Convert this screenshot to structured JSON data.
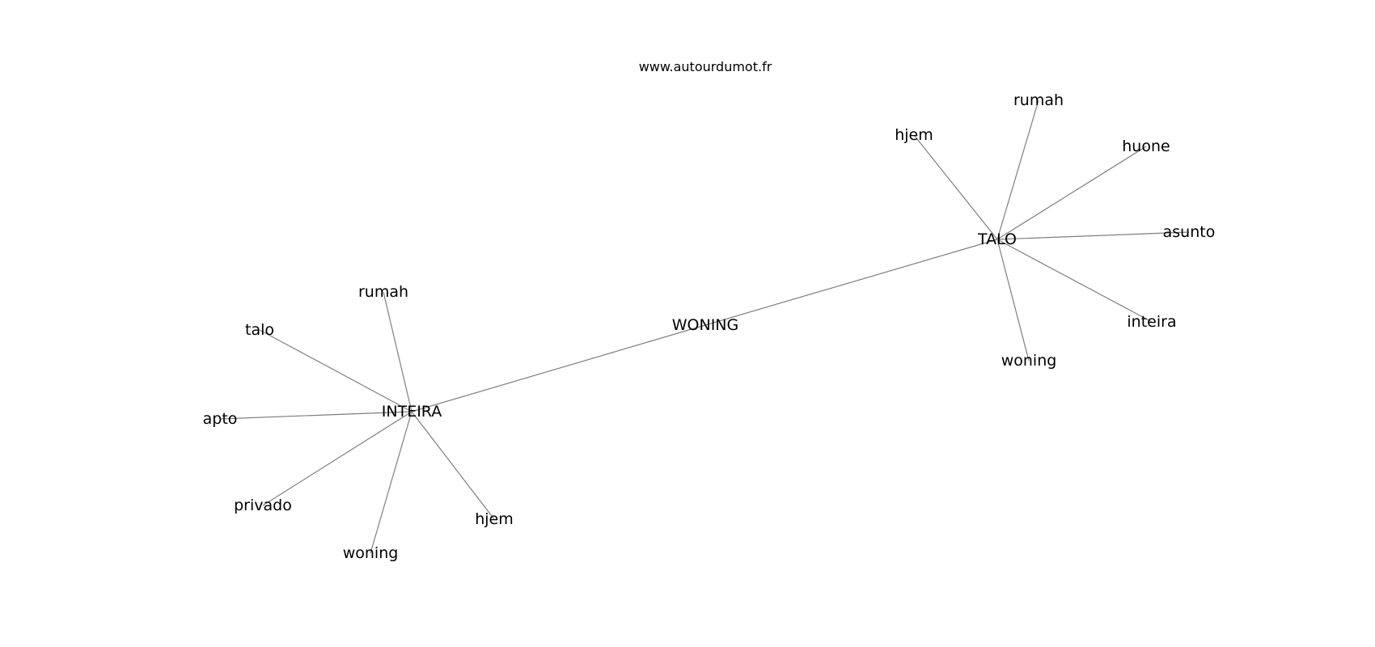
{
  "watermark": "www.autourdumot.fr",
  "graph": {
    "nodes": [
      {
        "id": "woning_c",
        "label": "WONING"
      },
      {
        "id": "inteira_c",
        "label": "INTEIRA"
      },
      {
        "id": "talo_c",
        "label": "TALO"
      },
      {
        "id": "i_rumah",
        "label": "rumah"
      },
      {
        "id": "i_talo",
        "label": "talo"
      },
      {
        "id": "i_apto",
        "label": "apto"
      },
      {
        "id": "i_privado",
        "label": "privado"
      },
      {
        "id": "i_woning",
        "label": "woning"
      },
      {
        "id": "i_hjem",
        "label": "hjem"
      },
      {
        "id": "t_hjem",
        "label": "hjem"
      },
      {
        "id": "t_rumah",
        "label": "rumah"
      },
      {
        "id": "t_huone",
        "label": "huone"
      },
      {
        "id": "t_asunto",
        "label": "asunto"
      },
      {
        "id": "t_inteira",
        "label": "inteira"
      },
      {
        "id": "t_woning",
        "label": "woning"
      }
    ],
    "edges": [
      [
        "woning_c",
        "inteira_c"
      ],
      [
        "woning_c",
        "talo_c"
      ],
      [
        "inteira_c",
        "i_rumah"
      ],
      [
        "inteira_c",
        "i_talo"
      ],
      [
        "inteira_c",
        "i_apto"
      ],
      [
        "inteira_c",
        "i_privado"
      ],
      [
        "inteira_c",
        "i_woning"
      ],
      [
        "inteira_c",
        "i_hjem"
      ],
      [
        "talo_c",
        "t_hjem"
      ],
      [
        "talo_c",
        "t_rumah"
      ],
      [
        "talo_c",
        "t_huone"
      ],
      [
        "talo_c",
        "t_asunto"
      ],
      [
        "talo_c",
        "t_inteira"
      ],
      [
        "talo_c",
        "t_woning"
      ]
    ]
  }
}
